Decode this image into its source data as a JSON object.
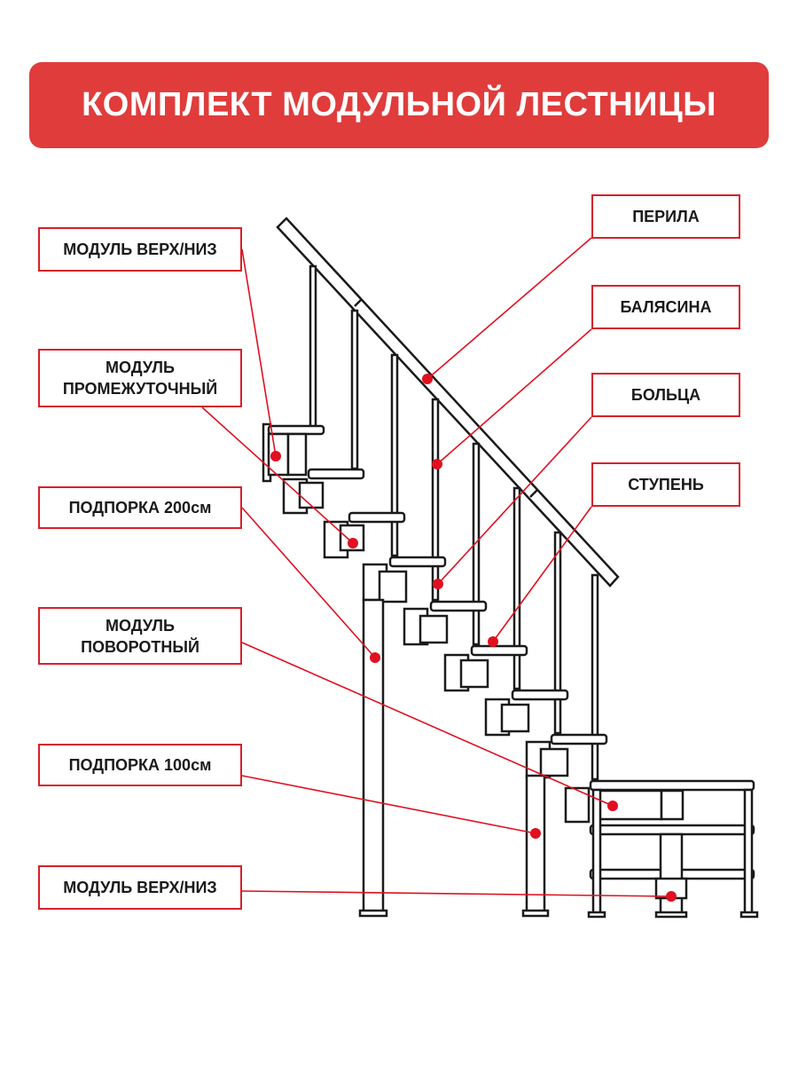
{
  "title": "КОМПЛЕКТ МОДУЛЬНОЙ ЛЕСТНИЦЫ",
  "colors": {
    "accent": "#e03c3c",
    "border": "#d8202a",
    "line": "#1a1a1a",
    "marker": "#e01020"
  },
  "labels": {
    "module_top_bottom_upper": "МОДУЛЬ ВЕРХ/НИЗ",
    "module_intermediate": "МОДУЛЬ\nПРОМЕЖУТОЧНЫЙ",
    "support_200": "ПОДПОРКА 200см",
    "module_turning": "МОДУЛЬ\nПОВОРОТНЫЙ",
    "support_100": "ПОДПОРКА 100см",
    "module_top_bottom_lower": "МОДУЛЬ ВЕРХ/НИЗ",
    "handrail": "ПЕРИЛА",
    "baluster": "БАЛЯСИНА",
    "bolt": "БОЛЬЦА",
    "step": "СТУПЕНЬ"
  }
}
